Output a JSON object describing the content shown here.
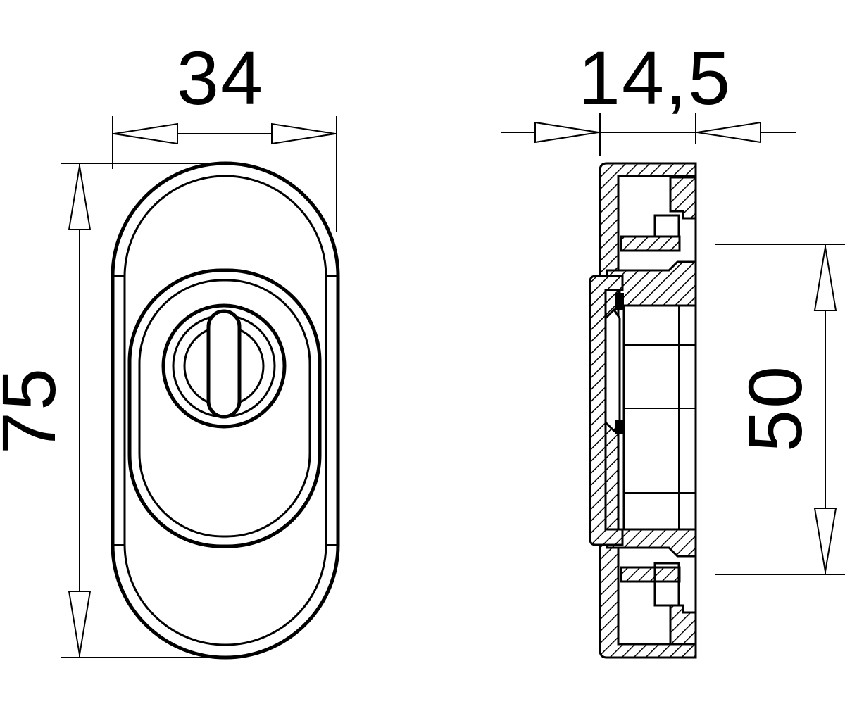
{
  "dimensions": {
    "front_width": "34",
    "front_height": "75",
    "side_depth": "14,5",
    "side_offset": "50"
  }
}
